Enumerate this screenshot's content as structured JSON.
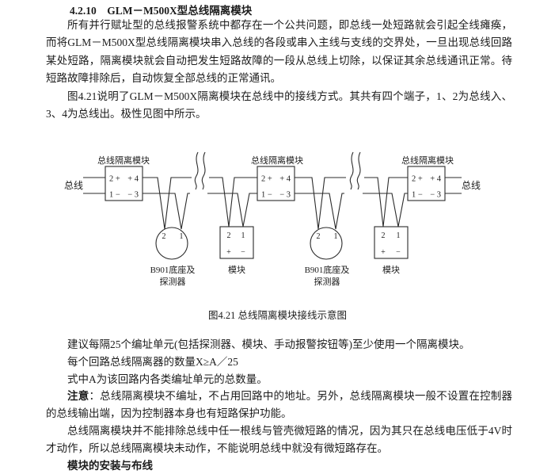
{
  "document": {
    "heading": "4.2.10　GLM－M500X型总线隔离模块",
    "paragraphs": {
      "p1": "所有并行赋址型的总线报警系统中都存在一个公共问题，即总线一处短路就会引起全线瘫痪，而将GLM－M500X型总线隔离模块串入总线的各段或串入主线与支线的交界处，一旦出现总线回路某处短路，隔离模块就会自动把发生短路故障的一段从总线上切除，以保证其余总线通讯正常。待短路故障排除后，自动恢复全部总线的正常通讯。",
      "p2": "图4.21说明了GLM－M500X隔离模块在总线中的接线方式。其共有四个端子，1、2为总线入、3、4为总线出。极性见图中所示。",
      "p3": "建议每隔25个编址单元(包括探测器、模块、手动报警按钮等)至少使用一个隔离模块。",
      "formula": "每个回路总线隔离器的数量X≥A／25",
      "p4": "式中A为该回路内各类编址单元的总数量。",
      "note_label": "注意",
      "note_colon": "：",
      "note_text": "总线隔离模块不编址，不占用回路中的地址。另外，总线隔离模块一般不设置在控制器的总线输出端，因为控制器本身也有短路保护功能。",
      "p5": "总线隔离模块并不能排除总线中任一根线与管壳微短路的情况，因为其只在总线电压低于4V时才动作，所以总线隔离模块未动作，不能说明总线中就没有微短路存在。",
      "p6_truncated": "模块的安装与布线"
    }
  },
  "diagram": {
    "caption": "图4.21  总线隔离模块接线示意图",
    "bus_label_left": "总线",
    "bus_label_right": "总线",
    "isolator_label": "总线隔离模块",
    "isolator_terminals": {
      "in_plus": "2 +",
      "out_plus": "+ 4",
      "in_minus": "1 −",
      "out_minus": "− 3"
    },
    "detector": {
      "label_line1": "B901底座及",
      "label_line2": "探测器",
      "terminal_left": "2",
      "terminal_right": "1"
    },
    "module_device": {
      "label": "模块",
      "terminal_left": "2",
      "terminal_right": "1",
      "polarity_plus": "+",
      "polarity_minus": "−"
    },
    "colors": {
      "line": "#2b2b2b",
      "text": "#1c1c1c",
      "background": "#ffffff"
    }
  }
}
